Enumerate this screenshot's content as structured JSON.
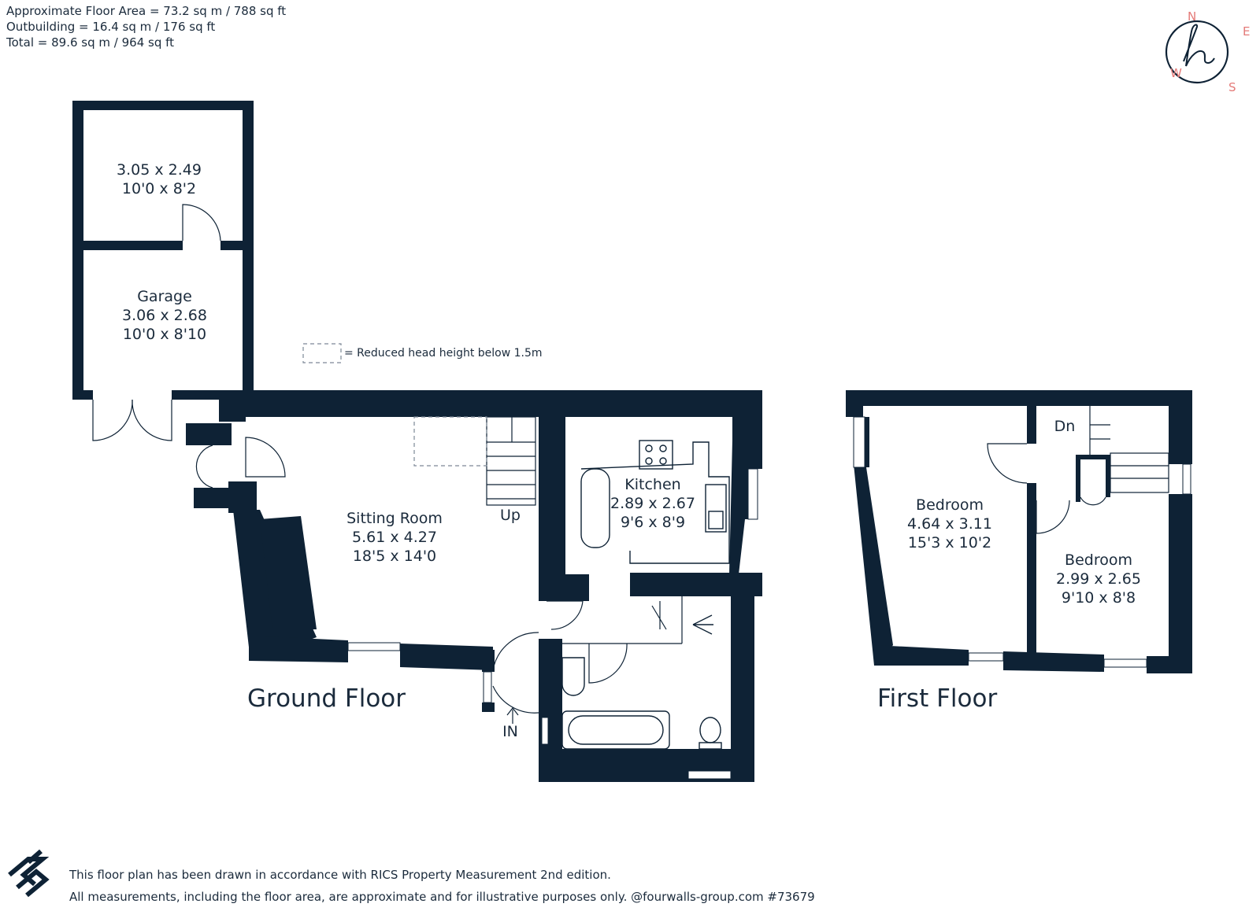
{
  "area_summary": {
    "line1": "Approximate Floor Area = 73.2 sq m / 788 sq ft",
    "line2": "Outbuilding = 16.4 sq m / 176 sq ft",
    "line3": "Total = 89.6 sq m / 964 sq ft"
  },
  "compass": {
    "n": "N",
    "e": "E",
    "s": "S",
    "w": "W",
    "logo": "h"
  },
  "legend": {
    "text": "= Reduced head height below 1.5m"
  },
  "outbuilding": {
    "store": {
      "dim_m": "3.05 x 2.49",
      "dim_ft": "10'0 x 8'2"
    },
    "garage": {
      "name": "Garage",
      "dim_m": "3.06 x 2.68",
      "dim_ft": "10'0 x 8'10"
    }
  },
  "ground_floor": {
    "label": "Ground Floor",
    "sitting_room": {
      "name": "Sitting Room",
      "dim_m": "5.61 x 4.27",
      "dim_ft": "18'5 x 14'0"
    },
    "kitchen": {
      "name": "Kitchen",
      "dim_m": "2.89 x 2.67",
      "dim_ft": "9'6 x 8'9"
    },
    "stairs_label": "Up",
    "entrance_label": "IN"
  },
  "first_floor": {
    "label": "First Floor",
    "bedroom1": {
      "name": "Bedroom",
      "dim_m": "4.64 x 3.11",
      "dim_ft": "15'3 x 10'2"
    },
    "bedroom2": {
      "name": "Bedroom",
      "dim_m": "2.99 x 2.65",
      "dim_ft": "9'10 x 8'8"
    },
    "stairs_label": "Dn"
  },
  "footer": {
    "line1": "This floor plan has been drawn in accordance with RICS Property Measurement 2nd edition.",
    "line2": "All measurements, including the floor area, are approximate and for illustrative purposes only. @fourwalls-group.com #73679"
  },
  "colors": {
    "wall": "#0e2235",
    "compass": "#e47a78",
    "text": "#1b2b3c"
  }
}
